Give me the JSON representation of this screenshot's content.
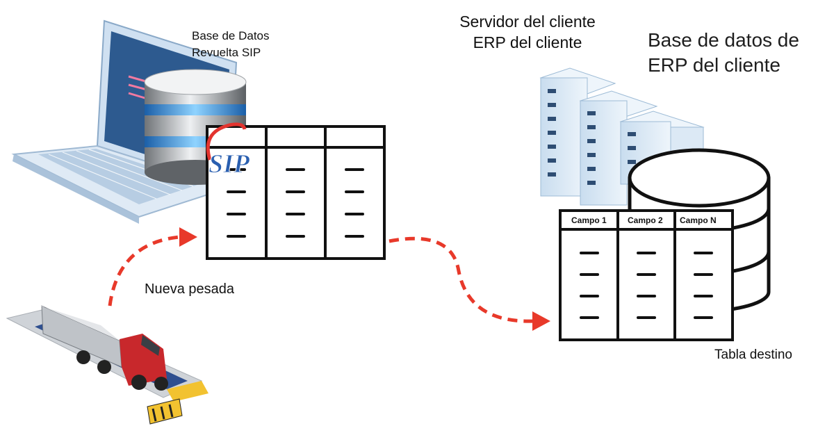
{
  "labels": {
    "sip_db": "Base de Datos Revuelta SIP",
    "new_weigh": "Nueva pesada",
    "server": "Servidor del cliente ERP del cliente",
    "erp_db": "Base de datos de ERP del cliente",
    "target_table": "Tabla destino"
  },
  "logo": {
    "text": "SIP"
  },
  "target_table": {
    "headers": [
      "Campo 1",
      "Campo 2",
      "Campo N"
    ]
  },
  "colors": {
    "arrow": "#e8392a",
    "laptop": "#2f5e94",
    "server": "#8fb6d8",
    "truck": "#c8282c"
  },
  "icons": [
    "laptop-icon",
    "database-icon",
    "server-rack-icon",
    "truck-scale-icon"
  ]
}
